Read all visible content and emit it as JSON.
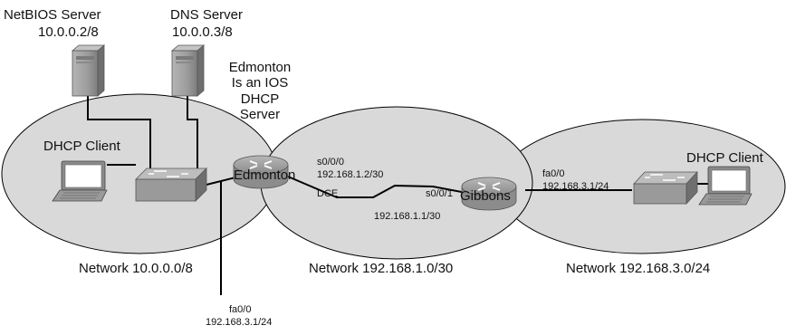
{
  "servers": {
    "netbios": {
      "name": "NetBIOS Server",
      "ip": "10.0.0.2/8"
    },
    "dns": {
      "name": "DNS Server",
      "ip": "10.0.0.3/8"
    }
  },
  "edmonton_note": [
    "Edmonton",
    "Is an IOS",
    "DHCP",
    "Server"
  ],
  "clients": {
    "left": "DHCP Client",
    "right": "DHCP Client"
  },
  "routers": {
    "edmonton": "Edmonton",
    "gibbons": "Gibbons"
  },
  "interfaces": {
    "edmonton_s000": "s0/0/0",
    "edmonton_s000_ip": "192.168.1.2/30",
    "dce": "DCE",
    "gibbons_s001": "s0/0/1",
    "gibbons_s001_ip": "192.168.1.1/30",
    "gibbons_fa00": "fa0/0",
    "gibbons_fa00_ip": "192.168.3.1/24",
    "edmonton_fa00": "fa0/0",
    "edmonton_fa00_ip": "192.168.3.1/24"
  },
  "networks": {
    "left": "Network 10.0.0.0/8",
    "middle": "Network 192.168.1.0/30",
    "right": "Network 192.168.3.0/24"
  },
  "colors": {
    "network_fill": "#d9d9d9",
    "device_fill": "#9a9a9a",
    "device_dark": "#6f6f6f",
    "line": "#000000"
  },
  "icons": [
    "server-icon",
    "switch-icon",
    "router-icon",
    "laptop-icon"
  ]
}
